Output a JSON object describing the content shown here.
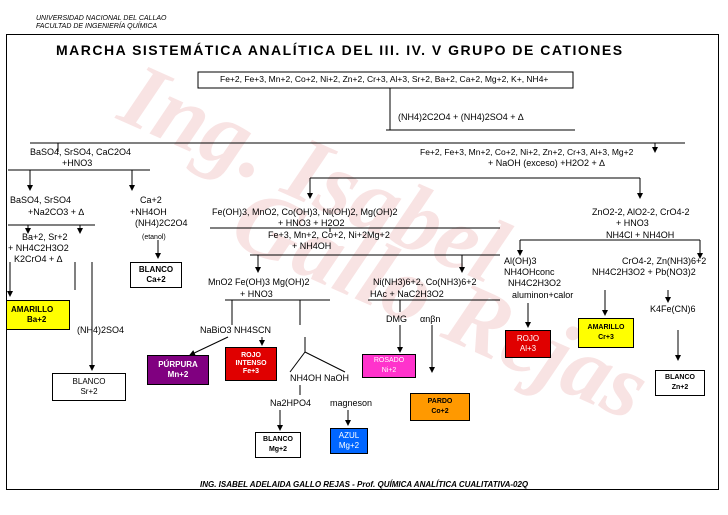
{
  "header": {
    "university": "UNIVERSIDAD NACIONAL DEL CALLAO",
    "faculty": "FACULTAD DE INGENIERÍA QUÍMICA",
    "title": "MARCHA SISTEMÁTICA ANALÍTICA  DEL III. IV.  V GRUPO DE CATIONES"
  },
  "watermark": {
    "line1": "Ing. Isabel",
    "line2": "Gallo Rejas"
  },
  "nodes": {
    "start_cations": "Fe+2, Fe+3, Mn+2, Co+2, Ni+2, Zn+2, Cr+3, Al+3, Sr+2, Ba+2, Ca+2, Mg+2, K+, NH4+",
    "reagent_oxalate": "(NH4)2C2O4 + (NH4)2SO4 + ∆",
    "ppt_group5_a": "BaSO4, SrSO4, CaC2O4",
    "ppt_group5_b": "+HNO3",
    "soln_group34_a": "Fe+2, Fe+3, Mn+2, Co+2, Ni+2, Zn+2, Cr+3, Al+3, Mg+2",
    "soln_group34_b": "+ NaOH (exceso) +H2O2 + ∆",
    "baso4_a": "BaSO4, SrSO4",
    "baso4_b": "+Na2CO3 + ∆",
    "ca_ion": "Ca+2",
    "ca_reagent_a": "+NH4OH",
    "ca_reagent_b": "(NH4)2C2O4",
    "ca_reagent_c": "(etanol)",
    "basr_a": "Ba+2, Sr+2",
    "basr_b": "+ NH4C2H3O2",
    "basr_c": "K2CrO4 + ∆",
    "hydroxides_a": "Fe(OH)3, MnO2, Co(OH)3, Ni(OH)2, Mg(OH)2",
    "hydroxides_b": "+ HNO3 + H2O2",
    "hydroxides_c": "Fe+3, Mn+2, Co+2, Ni+2Mg+2",
    "hydroxides_d": "+ NH4OH",
    "amphoteric_a": "ZnO2-2, AlO2-2, CrO4-2",
    "amphoteric_b": "+ HNO3",
    "amphoteric_c": "NH4Cl + NH4OH",
    "mno2_a": "MnO2 Fe(OH)3 Mg(OH)2",
    "mno2_b": "+  HNO3",
    "ni_co_a": "Ni(NH3)6+2, Co(NH3)6+2",
    "ni_co_b": "HAc + NaC2H3O2",
    "aloh_a": "Al(OH)3",
    "aloh_b": "NH4OHconc",
    "aloh_c": "NH4C2H3O2",
    "aloh_d": "aluminon+calor",
    "cro4_a": "CrO4-2, Zn(NH3)6+2",
    "cro4_b": "NH4C2H3O2 + Pb(NO3)2",
    "k4fe": "K4Fe(CN)6",
    "nh42so4": "(NH4)2SO4",
    "nabio3": "NaBiO3 NH4SCN",
    "dmg": "DMG",
    "alpha_nitroso": "αnβn",
    "nh4oh_naoh": "NH4OH   NaOH",
    "na2hpo4": "Na2HPO4",
    "magneson": "magneson"
  },
  "result_boxes": {
    "blanco_ca": {
      "label": "BLANCO",
      "ion": "Ca+2",
      "color": "#ffffff"
    },
    "amarillo_ba": {
      "label": "AMARILLO",
      "ion": "Ba+2",
      "color": "#ffff00"
    },
    "blanco_sr": {
      "label": "BLANCO",
      "ion": "Sr+2",
      "color": "#ffffff"
    },
    "purpura_mn": {
      "label": "PÚRPURA",
      "ion": "Mn+2",
      "color": "#800080"
    },
    "rojo_fe": {
      "label": "ROJO INTENSO",
      "ion": "Fe+3",
      "color": "#e00000"
    },
    "rosado_ni": {
      "label": "ROSADO",
      "ion": "Ni+2",
      "color": "#ff33cc"
    },
    "pardo_co": {
      "label": "PARDO",
      "ion": "Co+2",
      "color": "#ff9900"
    },
    "rojo_al": {
      "label": "ROJO",
      "ion": "Al+3",
      "color": "#e00000"
    },
    "amarillo_cr": {
      "label": "AMARILLO",
      "ion": "Cr+3",
      "color": "#ffff00"
    },
    "blanco_zn": {
      "label": "BLANCO",
      "ion": "Zn+2",
      "color": "#ffffff"
    },
    "blanco_mg": {
      "label": "BLANCO",
      "ion": "Mg+2",
      "color": "#ffffff"
    },
    "azul_mg": {
      "label": "AZUL",
      "ion": "Mg+2",
      "color": "#0066ff"
    }
  },
  "footer": "ING. ISABEL ADELAIDA GALLO REJAS - Prof. QUÍMICA ANALÍTICA CUALITATIVA-02Q"
}
